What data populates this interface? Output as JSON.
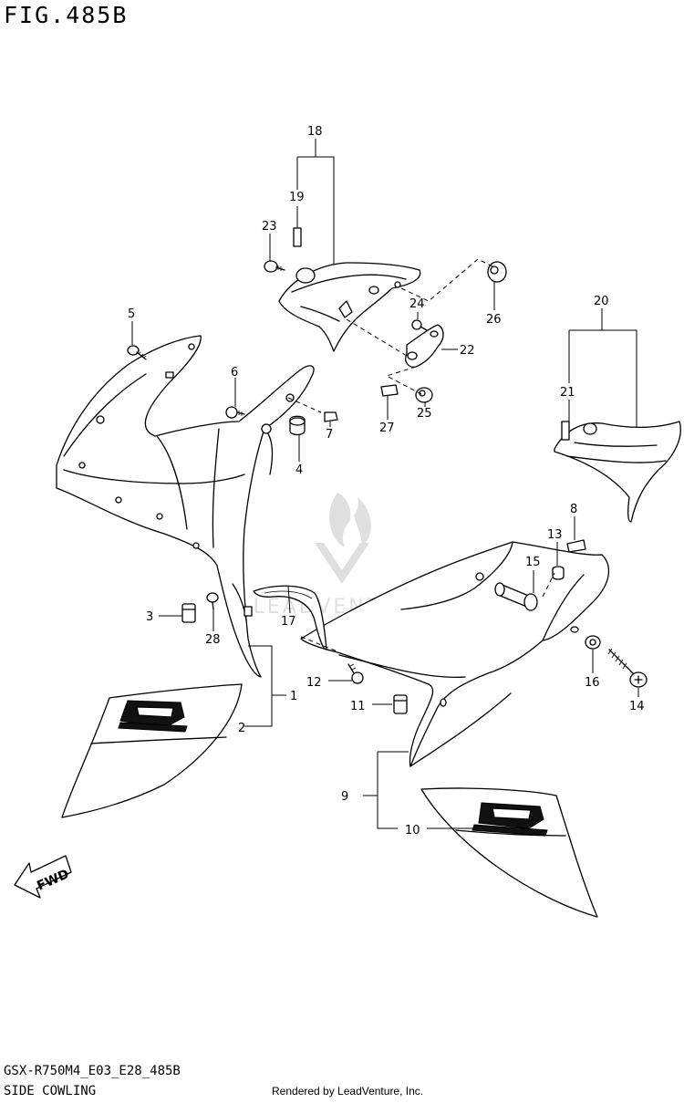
{
  "figure": {
    "title": "FIG.485B",
    "model_code": "GSX-R750M4_E03_E28_485B",
    "section_name": "SIDE COWLING",
    "rendered_by": "Rendered by LeadVenture, Inc."
  },
  "watermark": {
    "text": "LEADVENTURE"
  },
  "direction_marker": {
    "text": "FWD"
  },
  "callouts": [
    {
      "number": "1"
    },
    {
      "number": "2"
    },
    {
      "number": "3"
    },
    {
      "number": "4"
    },
    {
      "number": "5"
    },
    {
      "number": "6"
    },
    {
      "number": "7"
    },
    {
      "number": "8"
    },
    {
      "number": "9"
    },
    {
      "number": "10"
    },
    {
      "number": "11"
    },
    {
      "number": "12"
    },
    {
      "number": "13"
    },
    {
      "number": "14"
    },
    {
      "number": "15"
    },
    {
      "number": "16"
    },
    {
      "number": "17"
    },
    {
      "number": "18"
    },
    {
      "number": "19"
    },
    {
      "number": "20"
    },
    {
      "number": "21"
    },
    {
      "number": "22"
    },
    {
      "number": "23"
    },
    {
      "number": "24"
    },
    {
      "number": "25"
    },
    {
      "number": "26"
    },
    {
      "number": "27"
    },
    {
      "number": "28"
    }
  ]
}
